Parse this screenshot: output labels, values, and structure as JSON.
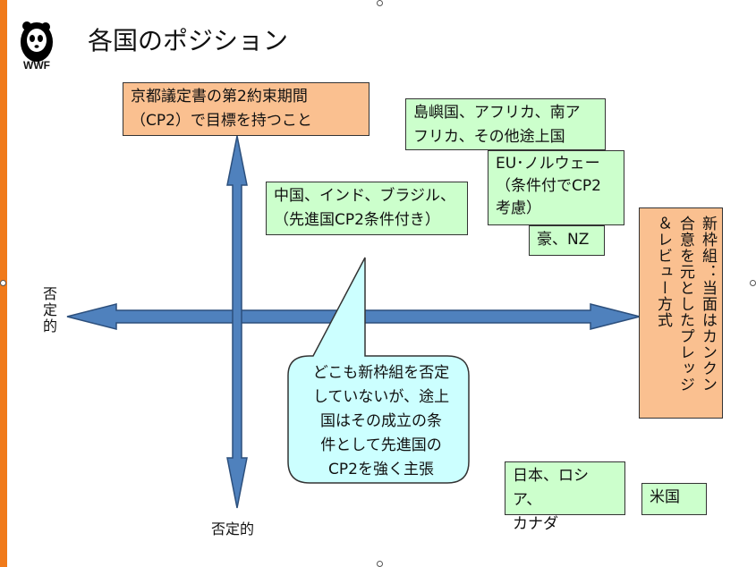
{
  "title": "各国のポジション",
  "logo": {
    "text": "WWF"
  },
  "axes": {
    "left_label": "否定的",
    "bottom_label": "否定的"
  },
  "boxes": {
    "top_orange": {
      "line1": "京都議定書の第2約束期間",
      "line2": "（CP2）で目標を持つこと"
    },
    "islands": {
      "line1": "島嶼国、アフリカ、南ア",
      "line2": "フリカ、その他途上国"
    },
    "china": {
      "line1": "中国、インド、ブラジル、",
      "line2": "（先進国CP2条件付き）"
    },
    "eu": {
      "line1": "EU･ノルウェー",
      "line2": "（条件付でCP2",
      "line3": "考慮）"
    },
    "aus": {
      "text": "豪、NZ"
    },
    "right_orange": {
      "line1": "新枠組：当面はカンクン",
      "line2": "合意を元としたプレッジ",
      "line3": "＆レビュー方式"
    },
    "japan": {
      "line1": "日本、ロシア、",
      "line2": "カナダ"
    },
    "usa": {
      "text": "米国"
    }
  },
  "callout": {
    "lines": [
      "どこも新枠組を否定",
      "していないが、途上",
      "国はその成立の条",
      "件として先進国の",
      "CP2を強く主張"
    ]
  },
  "colors": {
    "arrow_fill": "#4f81bd",
    "arrow_stroke": "#2c4f7c",
    "orange_box": "#fac090",
    "green_box": "#ccffcc",
    "callout_fill": "#ccffff",
    "side_bar": "#f07a1a"
  }
}
